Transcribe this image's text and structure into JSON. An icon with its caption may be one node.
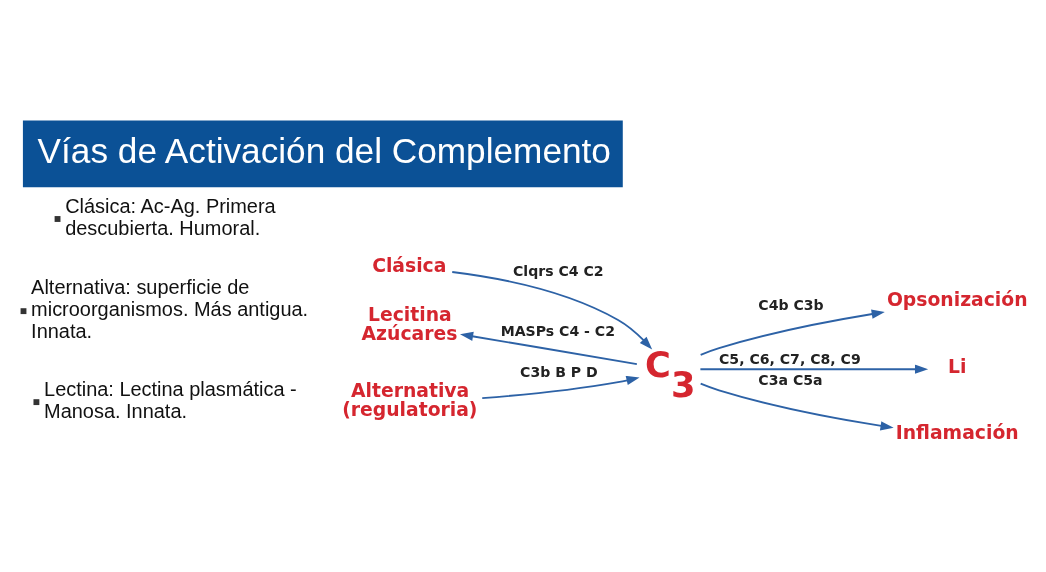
{
  "diagram": {
    "title": "Vías de Activación del Complemento",
    "nodes": [
      {
        "text": [
          "Opsonización"
        ]
      },
      {
        "text": [
          "Clásica"
        ]
      },
      {
        "text": [
          "Lecitina Azúcares"
        ]
      },
      {
        "text": [
          "C$_{3}$"
        ]
      },
      {
        "text": [
          "Li"
        ]
      },
      {
        "text": [
          "Alternativa (regulatoria)"
        ]
      },
      {
        "text": [
          "Inflamación"
        ]
      }
    ],
    "edges": [
      {
        "from": 1,
        "to": 3,
        "arrow": "to",
        "label": "Clqrs C4 C2"
      },
      {
        "from": 3,
        "to": 2,
        "arrow": "to",
        "label": "MASPs C4 - C2"
      },
      {
        "from": 5,
        "to": 3,
        "arrow": "to",
        "label": "C3b B P D"
      },
      {
        "from": 3,
        "to": 0,
        "arrow": "to",
        "label": "C4b C3b"
      },
      {
        "from": 3,
        "to": 4,
        "arrow": "to",
        "label": "C5, C6, C7, C8, C9"
      },
      {
        "from": 3,
        "to": 6,
        "arrow": "to",
        "label": "C3a C5a"
      }
    ],
    "labels": [
      "Clásica: Ac-Ag. Primera descubierta. Humoral.",
      "Alternativa: superficie de microorganismos. Más antigua. Innata.",
      "Lectina: Lectina plasmática - Manosa. Innata."
    ]
  }
}
